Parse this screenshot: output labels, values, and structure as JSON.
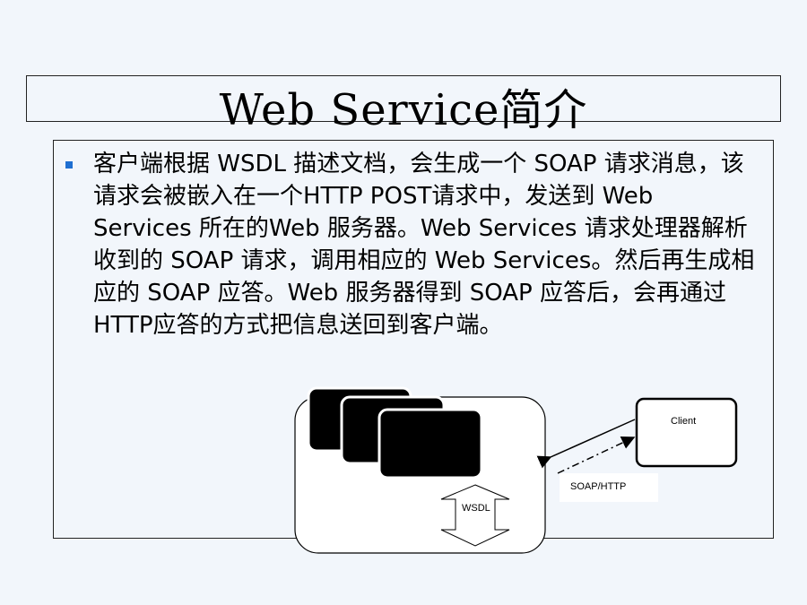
{
  "slide": {
    "title": "Web Service简介",
    "body": "客户端根据 WSDL 描述文档，会生成一个 SOAP 请求消息，该请求会被嵌入在一个HTTP POST请求中，发送到 Web Services 所在的Web 服务器。Web Services 请求处理器解析收到的 SOAP 请求，调用相应的 Web Services。然后再生成相应的 SOAP 应答。Web 服务器得到 SOAP 应答后，会再通过 HTTP应答的方式把信息送回到客户端。"
  },
  "diagram": {
    "client_label": "Client",
    "protocol_label": "SOAP/HTTP",
    "wsdl_label": "WSDL"
  },
  "colors": {
    "background": "#f2f6fb",
    "bullet": "#1f6fd1"
  }
}
